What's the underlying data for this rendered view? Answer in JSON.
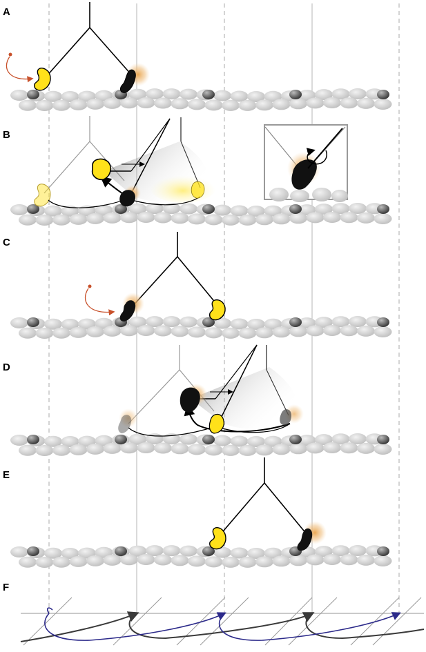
{
  "panels": {
    "a": {
      "letter": "A"
    },
    "b": {
      "letter": "B"
    },
    "c": {
      "letter": "C"
    },
    "d": {
      "letter": "D"
    },
    "e": {
      "letter": "E"
    },
    "f": {
      "letter": "F"
    }
  },
  "colors": {
    "actin": "#c4c4c4",
    "actin_binding_site": "#6a6a6a",
    "yellow_head": "#ffe11a",
    "black_head": "#111111",
    "adp_glow": "#e8a24a",
    "atp_arrow": "#c8502a",
    "trail_dark": "#3a3a3a",
    "trail_blue": "#2c2a8a",
    "guide_dashed": "#aaaaaa",
    "guide_solid": "#b4b4b4"
  }
}
